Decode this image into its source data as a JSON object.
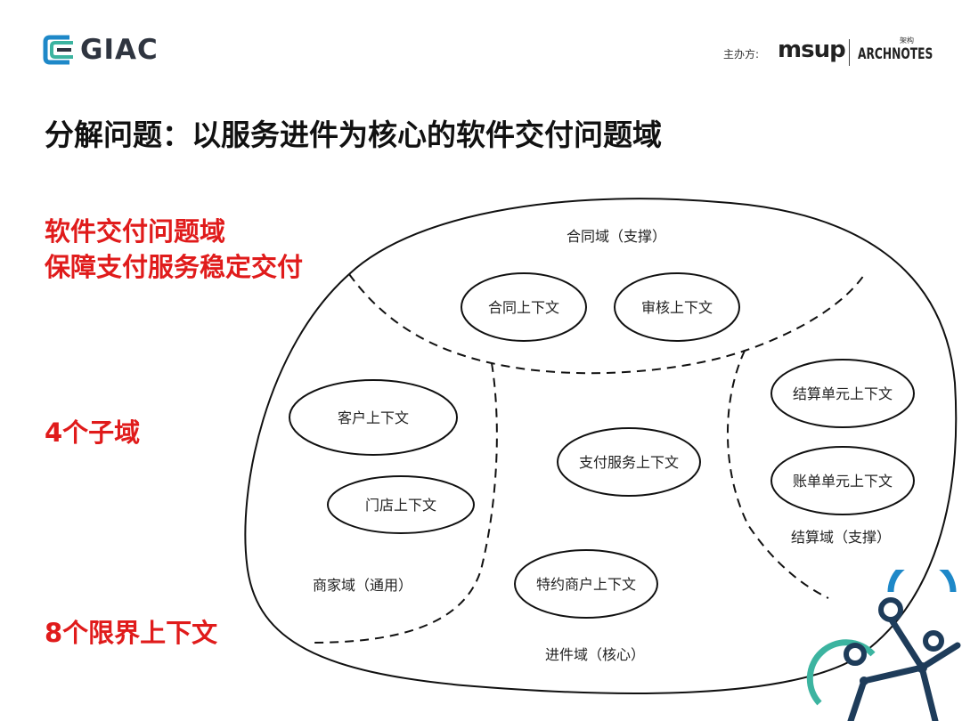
{
  "header": {
    "logo_text": "GIAC",
    "organizer_label": "主办方:",
    "msup_logo": "msup",
    "archnotes_logo": "ARCHNOTES",
    "archnotes_small": "架构"
  },
  "title": "分解问题：以服务进件为核心的软件交付问题域",
  "summary": {
    "line1": "软件交付问题域",
    "line2": "保障支付服务稳定交付",
    "subdomain_count": "4个子域",
    "context_count": "8个限界上下文"
  },
  "domains": {
    "contract": "合同域（支撑）",
    "merchant": "商家域（通用）",
    "settlement": "结算域（支撑）",
    "onboarding": "进件域（核心）"
  },
  "contexts": {
    "contract": "合同上下文",
    "audit": "审核上下文",
    "customer": "客户上下文",
    "store": "门店上下文",
    "payment_service": "支付服务上下文",
    "special_merchant": "特约商户上下文",
    "settlement_unit": "结算单元上下文",
    "account_unit": "账单单元上下文"
  },
  "colors": {
    "accent_red": "#e01b1b",
    "logo_blue": "#1e88c8",
    "logo_teal": "#3cb4a0",
    "logo_dark": "#1e3c5a"
  }
}
